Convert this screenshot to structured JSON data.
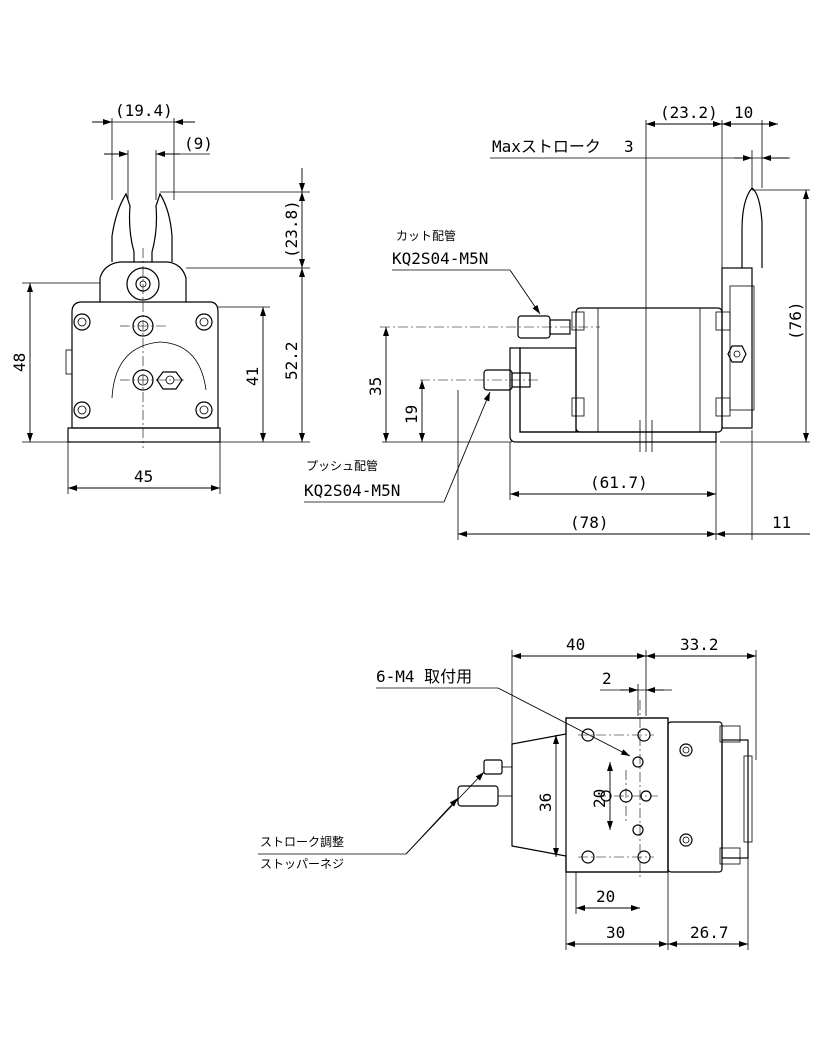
{
  "front_view": {
    "dims": {
      "top_width": "(19.4)",
      "jaw_gap": "(9)",
      "jaw_height": "(23.8)",
      "body_height": "48",
      "inner_height": "41",
      "total_height": "52.2",
      "base_width": "45"
    }
  },
  "side_view": {
    "dims": {
      "top_offset": "(23.2)",
      "top_right": "10",
      "total_height": "(76)",
      "port_cut_height": "35",
      "port_push_height": "19",
      "body_length": "(61.7)",
      "total_length": "(78)",
      "right_offset": "11"
    },
    "max_stroke_label": "Maxストローク",
    "max_stroke_value": "3",
    "cut_port_label": "カット配管",
    "cut_port_part": "KQ2S04-M5N",
    "push_port_label": "プッシュ配管",
    "push_port_part": "KQ2S04-M5N"
  },
  "bottom_view": {
    "dims": {
      "top_left": "40",
      "top_right": "33.2",
      "hole_offset": "2",
      "height_36": "36",
      "height_20": "20",
      "width_20": "20",
      "width_30": "30",
      "right_26_7": "26.7"
    },
    "mount_label": "6-M4 取付用",
    "stopper_label_1": "ストローク調整",
    "stopper_label_2": "ストッパーネジ"
  }
}
